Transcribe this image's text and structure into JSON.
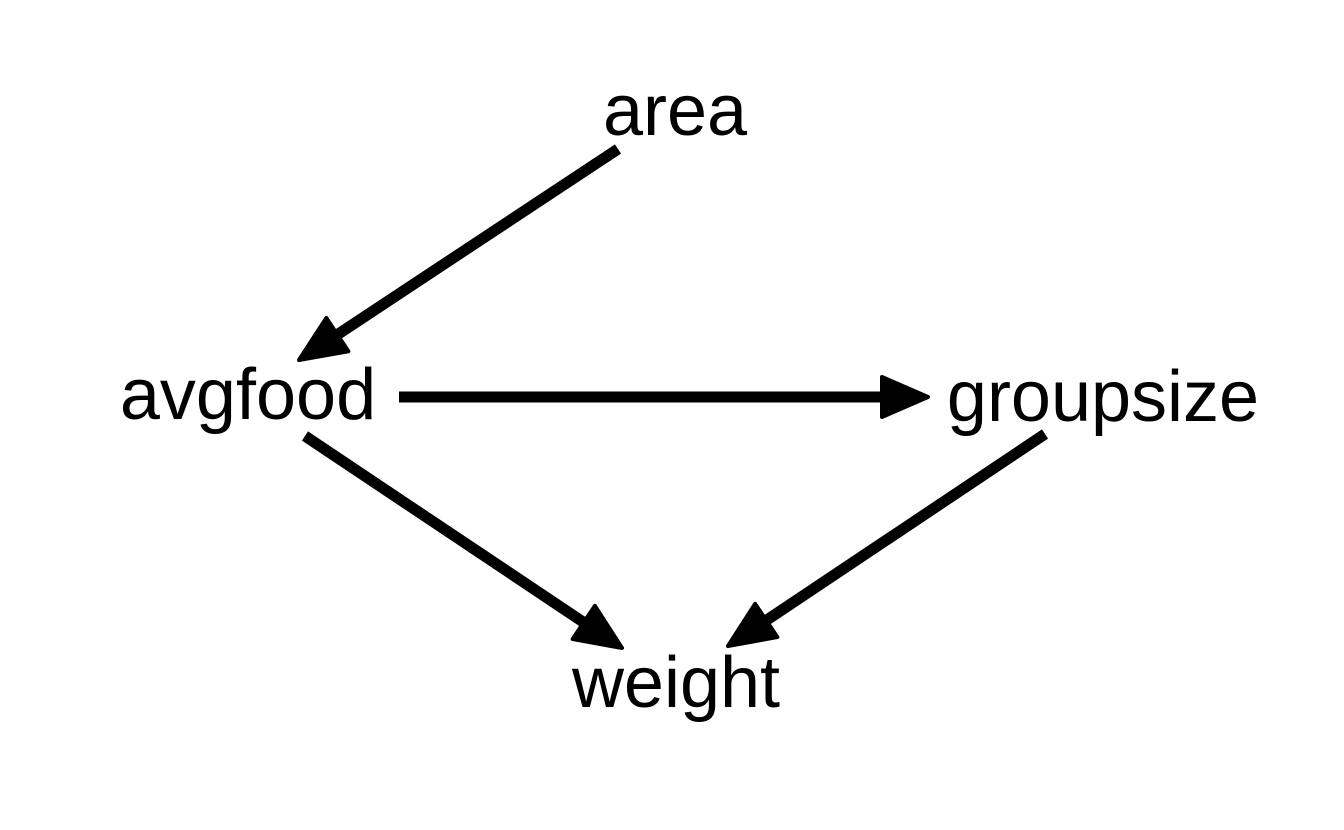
{
  "diagram": {
    "type": "directed-acyclic-graph",
    "nodes": [
      {
        "id": "area",
        "label": "area"
      },
      {
        "id": "avgfood",
        "label": "avgfood"
      },
      {
        "id": "groupsize",
        "label": "groupsize"
      },
      {
        "id": "weight",
        "label": "weight"
      }
    ],
    "edges": [
      {
        "from": "area",
        "to": "avgfood"
      },
      {
        "from": "avgfood",
        "to": "groupsize"
      },
      {
        "from": "avgfood",
        "to": "weight"
      },
      {
        "from": "groupsize",
        "to": "weight"
      }
    ]
  }
}
